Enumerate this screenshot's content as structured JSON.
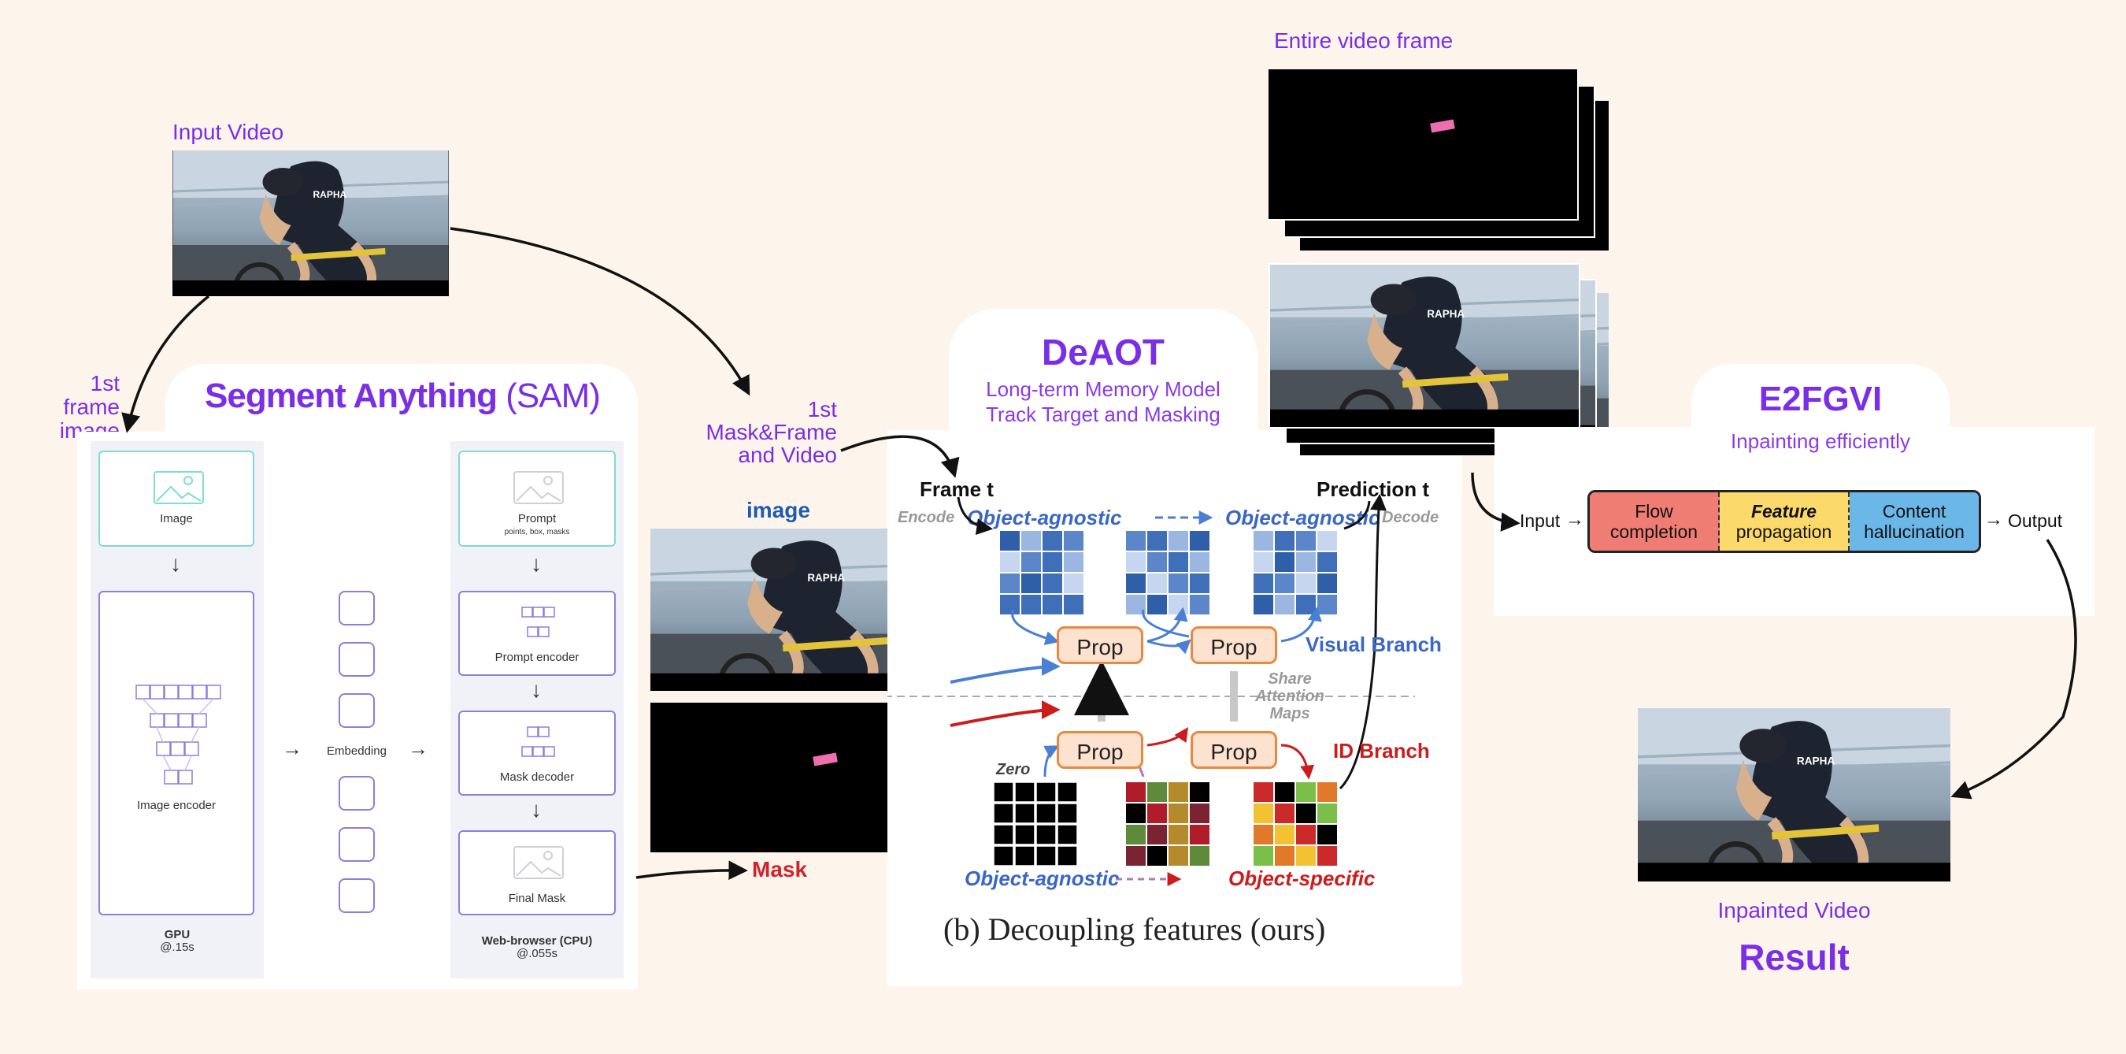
{
  "labels": {
    "input_video": "Input Video",
    "first_frame": "1st frame",
    "first_frame_2": "image",
    "mask_frame_1": "1st",
    "mask_frame_2": "Mask&Frame",
    "mask_frame_3": "and Video",
    "entire_frame": "Entire video frame",
    "image": "image",
    "mask": "Mask",
    "inpainted_video": "Inpainted Video",
    "result": "Result"
  },
  "sam": {
    "title": "Segment Anything",
    "title_suffix": "(SAM)",
    "image": "Image",
    "image_encoder": "Image encoder",
    "embedding": "Embedding",
    "prompt": "Prompt",
    "prompt_sub": "points, box, masks",
    "prompt_encoder": "Prompt encoder",
    "mask_decoder": "Mask decoder",
    "final_mask": "Final Mask",
    "gpu": "GPU",
    "gpu_time": "@.15s",
    "web": "Web-browser (CPU)",
    "web_time": "@.055s"
  },
  "deaot": {
    "title": "DeAOT",
    "sub1": "Long-term Memory Model",
    "sub2": "Track Target and Masking",
    "frame_t": "Frame t",
    "prediction_t": "Prediction t",
    "encode": "Encode",
    "decode": "Decode",
    "obj_agnostic": "Object-agnostic",
    "obj_specific": "Object-specific",
    "prop": "Prop",
    "visual_branch": "Visual Branch",
    "id_branch": "ID Branch",
    "share1": "Share",
    "share2": "Attention",
    "share3": "Maps",
    "zero": "Zero",
    "caption": "(b) Decoupling features (ours)"
  },
  "e2fgvi": {
    "title": "E2FGVI",
    "sub": "Inpainting efficiently",
    "input": "Input",
    "output": "Output",
    "flow1": "Flow",
    "flow2": "completion",
    "feat1": "Feature",
    "feat2": "propagation",
    "content1": "Content",
    "content2": "hallucination"
  },
  "photo_text": "RAPHA",
  "colors": {
    "accent": "#7a2ee6",
    "mask_pink": "#ee6fb0",
    "flow": "#ef7d73",
    "feature": "#fcd96b",
    "content": "#6bb7e8"
  }
}
